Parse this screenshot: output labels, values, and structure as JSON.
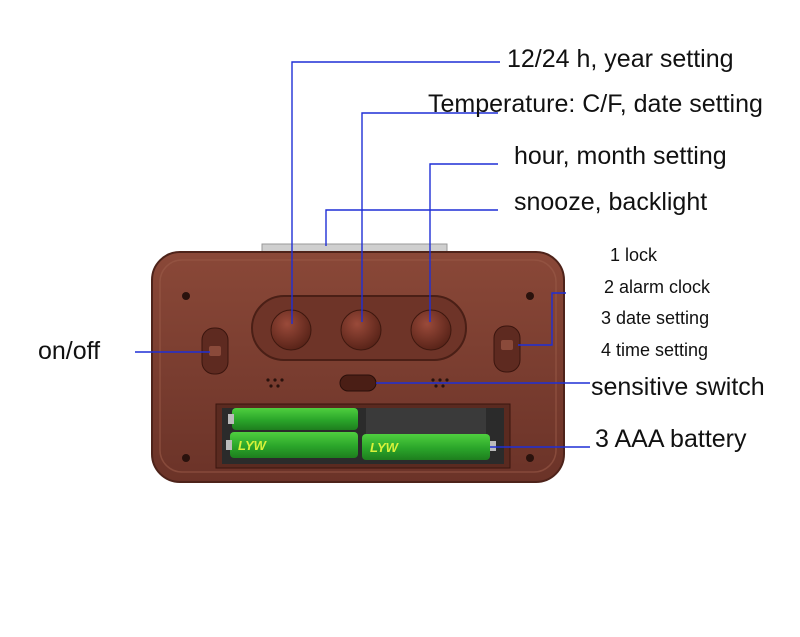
{
  "labels": {
    "year_setting": "12/24 h, year setting",
    "temperature_setting": "Temperature: C/F, date setting",
    "hour_setting": "hour, month setting",
    "snooze": "snooze, backlight",
    "on_off": "on/off",
    "mode_list": [
      "1 lock",
      "2 alarm clock",
      "3 date setting",
      "4 time setting"
    ],
    "sensitive_switch": "sensitive switch",
    "battery": "3 AAA battery"
  },
  "battery_brand": "LYW",
  "colors": {
    "leader_line": "#1f2fd6",
    "case": "#7a3b2e",
    "case_dark": "#5a2a20",
    "battery_green": "#2fae2f",
    "button": "#6b3126"
  }
}
